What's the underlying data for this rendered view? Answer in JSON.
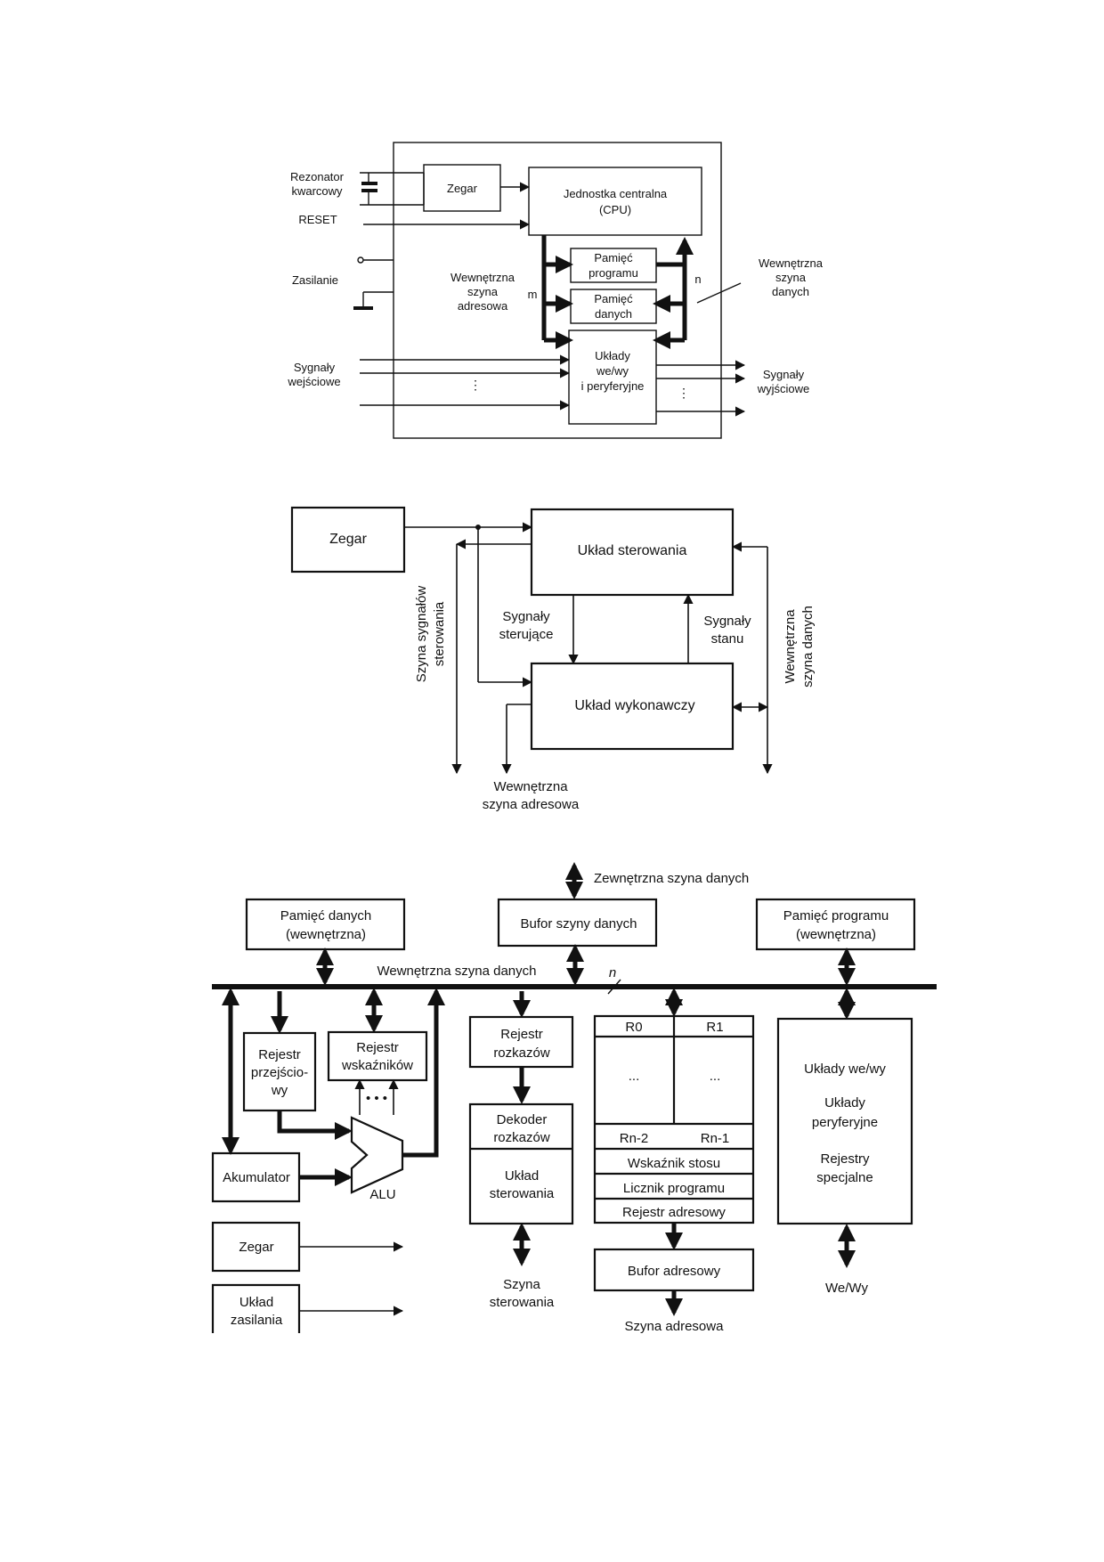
{
  "diagram1": {
    "rezonator": [
      "Rezonator",
      "kwarcowy"
    ],
    "reset": "RESET",
    "zasilanie": "Zasilanie",
    "zegar": "Zegar",
    "cpu": [
      "Jednostka centralna",
      "(CPU)"
    ],
    "pamiec_programu": [
      "Pamięć",
      "programu"
    ],
    "pamiec_danych": [
      "Pamięć",
      "danych"
    ],
    "uklady_io": [
      "Układy",
      "we/wy",
      "i peryferyjne"
    ],
    "wew_szyna_adresowa": [
      "Wewnętrzna",
      "szyna",
      "adresowa"
    ],
    "wew_szyna_danych": [
      "Wewnętrzna",
      "szyna",
      "danych"
    ],
    "sygnaly_wejsciowe": [
      "Sygnały",
      "wejściowe"
    ],
    "sygnaly_wyjsciowe": [
      "Sygnały",
      "wyjściowe"
    ],
    "m": "m",
    "n": "n"
  },
  "diagram2": {
    "zegar": "Zegar",
    "uklad_sterowania": "Układ sterowania",
    "uklad_wykonawczy": "Układ wykonawczy",
    "sygnaly_sterujace": [
      "Sygnały",
      "sterujące"
    ],
    "sygnaly_stanu": [
      "Sygnały",
      "stanu"
    ],
    "szyna_sygnalow": [
      "Szyna sygnałów",
      "sterowania"
    ],
    "wew_szyna_danych": [
      "Wewnętrzna",
      "szyna danych"
    ],
    "wew_szyna_adresowa": [
      "Wewnętrzna",
      "szyna adresowa"
    ]
  },
  "diagram3": {
    "zewn_szyna_danych": "Zewnętrzna szyna danych",
    "pamiec_danych": [
      "Pamięć danych",
      "(wewnętrzna)"
    ],
    "bufor_szyny_danych": "Bufor szyny danych",
    "pamiec_programu": [
      "Pamięć programu",
      "(wewnętrzna)"
    ],
    "wew_szyna_danych": "Wewnętrzna szyna danych",
    "n": "n",
    "rejestr_przejsciowy": [
      "Rejestr",
      "przejścio-",
      "wy"
    ],
    "rejestr_wskaznikow": [
      "Rejestr",
      "wskaźników"
    ],
    "rejestr_rozkazow": [
      "Rejestr",
      "rozkazów"
    ],
    "dekoder": [
      "Dekoder",
      "rozkazów"
    ],
    "uklad_sterowania": [
      "Układ",
      "sterowania"
    ],
    "r0": "R0",
    "r1": "R1",
    "dots": "...",
    "rn2": "Rn-2",
    "rn1": "Rn-1",
    "wskaznik_stosu": "Wskaźnik stosu",
    "licznik_programu": "Licznik programu",
    "rejestr_adresowy": "Rejestr adresowy",
    "uklady_wewy": "Układy we/wy",
    "uklady_peryferyjne": [
      "Układy",
      "peryferyjne"
    ],
    "rejestry_specjalne": [
      "Rejestry",
      "specjalne"
    ],
    "akumulator": "Akumulator",
    "alu": "ALU",
    "zegar": "Zegar",
    "uklad_zasilania": [
      "Układ",
      "zasilania"
    ],
    "szyna_sterowania": [
      "Szyna",
      "sterowania"
    ],
    "bufor_adresowy": "Bufor adresowy",
    "szyna_adresowa": "Szyna adresowa",
    "we_wy": "We/Wy"
  }
}
